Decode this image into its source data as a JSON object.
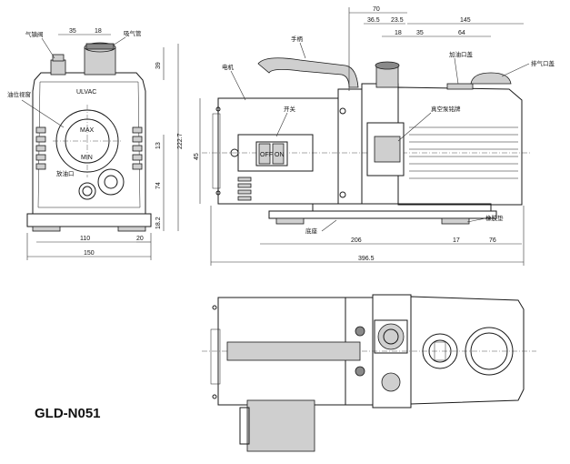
{
  "model": "GLD-N051",
  "labels": {
    "gas_ballast_valve": "气镇阀",
    "exhaust_pipe": "吸气管",
    "oil_level_window": "油位视窗",
    "drain_port": "放油口",
    "handle": "手柄",
    "motor": "电机",
    "switch": "开关",
    "oil_fill_cap": "加油口盖",
    "exhaust_cap": "排气口盖",
    "vacuum_interface": "真空泵铭牌",
    "base": "底座",
    "rubber_pad": "橡胶垫"
  },
  "window_marks": {
    "max": "MAX",
    "min": "MIN"
  },
  "switch_text": {
    "off": "OFF",
    "on": "ON"
  },
  "brand": "ULVAC",
  "dims": {
    "d35": "35",
    "d18": "18",
    "d39": "39",
    "d222_7": "222.7",
    "d13": "13",
    "d74": "74",
    "d18_2": "18.2",
    "d110": "110",
    "d20": "20",
    "d150": "150",
    "d70": "70",
    "d36_5": "36.5",
    "d23_5": "23.5",
    "d145": "145",
    "d18b": "18",
    "d35b": "35",
    "d64": "64",
    "d206": "206",
    "d17": "17",
    "d76": "76",
    "d396_5": "396.5",
    "d45": "45"
  },
  "colors": {
    "line": "#1a1a1a",
    "shade": "#cfcfcf",
    "dark": "#8a8a8a"
  }
}
